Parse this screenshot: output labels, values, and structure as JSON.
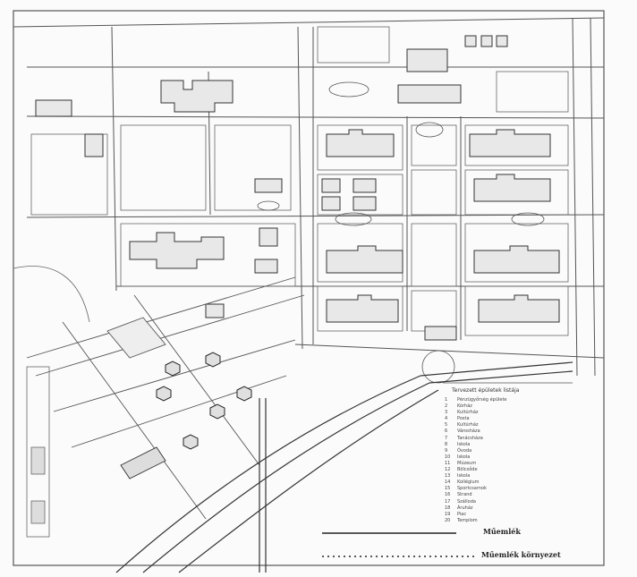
{
  "map": {
    "legend_title": "Tervezett épületek listája",
    "legend_items": [
      {
        "num": "1",
        "label": "Pénzügyőrség épülete"
      },
      {
        "num": "2",
        "label": "Kórház"
      },
      {
        "num": "3",
        "label": "Kultúrház"
      },
      {
        "num": "4",
        "label": "Posta"
      },
      {
        "num": "5",
        "label": "Kultúrház"
      },
      {
        "num": "6",
        "label": "Városháza"
      },
      {
        "num": "7",
        "label": "Tanácsháza"
      },
      {
        "num": "8",
        "label": "Iskola"
      },
      {
        "num": "9",
        "label": "Óvoda"
      },
      {
        "num": "10",
        "label": "Iskola"
      },
      {
        "num": "11",
        "label": "Múzeum"
      },
      {
        "num": "12",
        "label": "Bölcsőde"
      },
      {
        "num": "13",
        "label": "Iskola"
      },
      {
        "num": "14",
        "label": "Kollégium"
      },
      {
        "num": "15",
        "label": "Sportcsarnok"
      },
      {
        "num": "16",
        "label": "Strand"
      },
      {
        "num": "17",
        "label": "Szálloda"
      },
      {
        "num": "18",
        "label": "Áruház"
      },
      {
        "num": "19",
        "label": "Piac"
      },
      {
        "num": "20",
        "label": "Templom"
      }
    ],
    "key": {
      "solid_label": "Műemlék",
      "dotted_label": "Műemlék környezet"
    }
  }
}
